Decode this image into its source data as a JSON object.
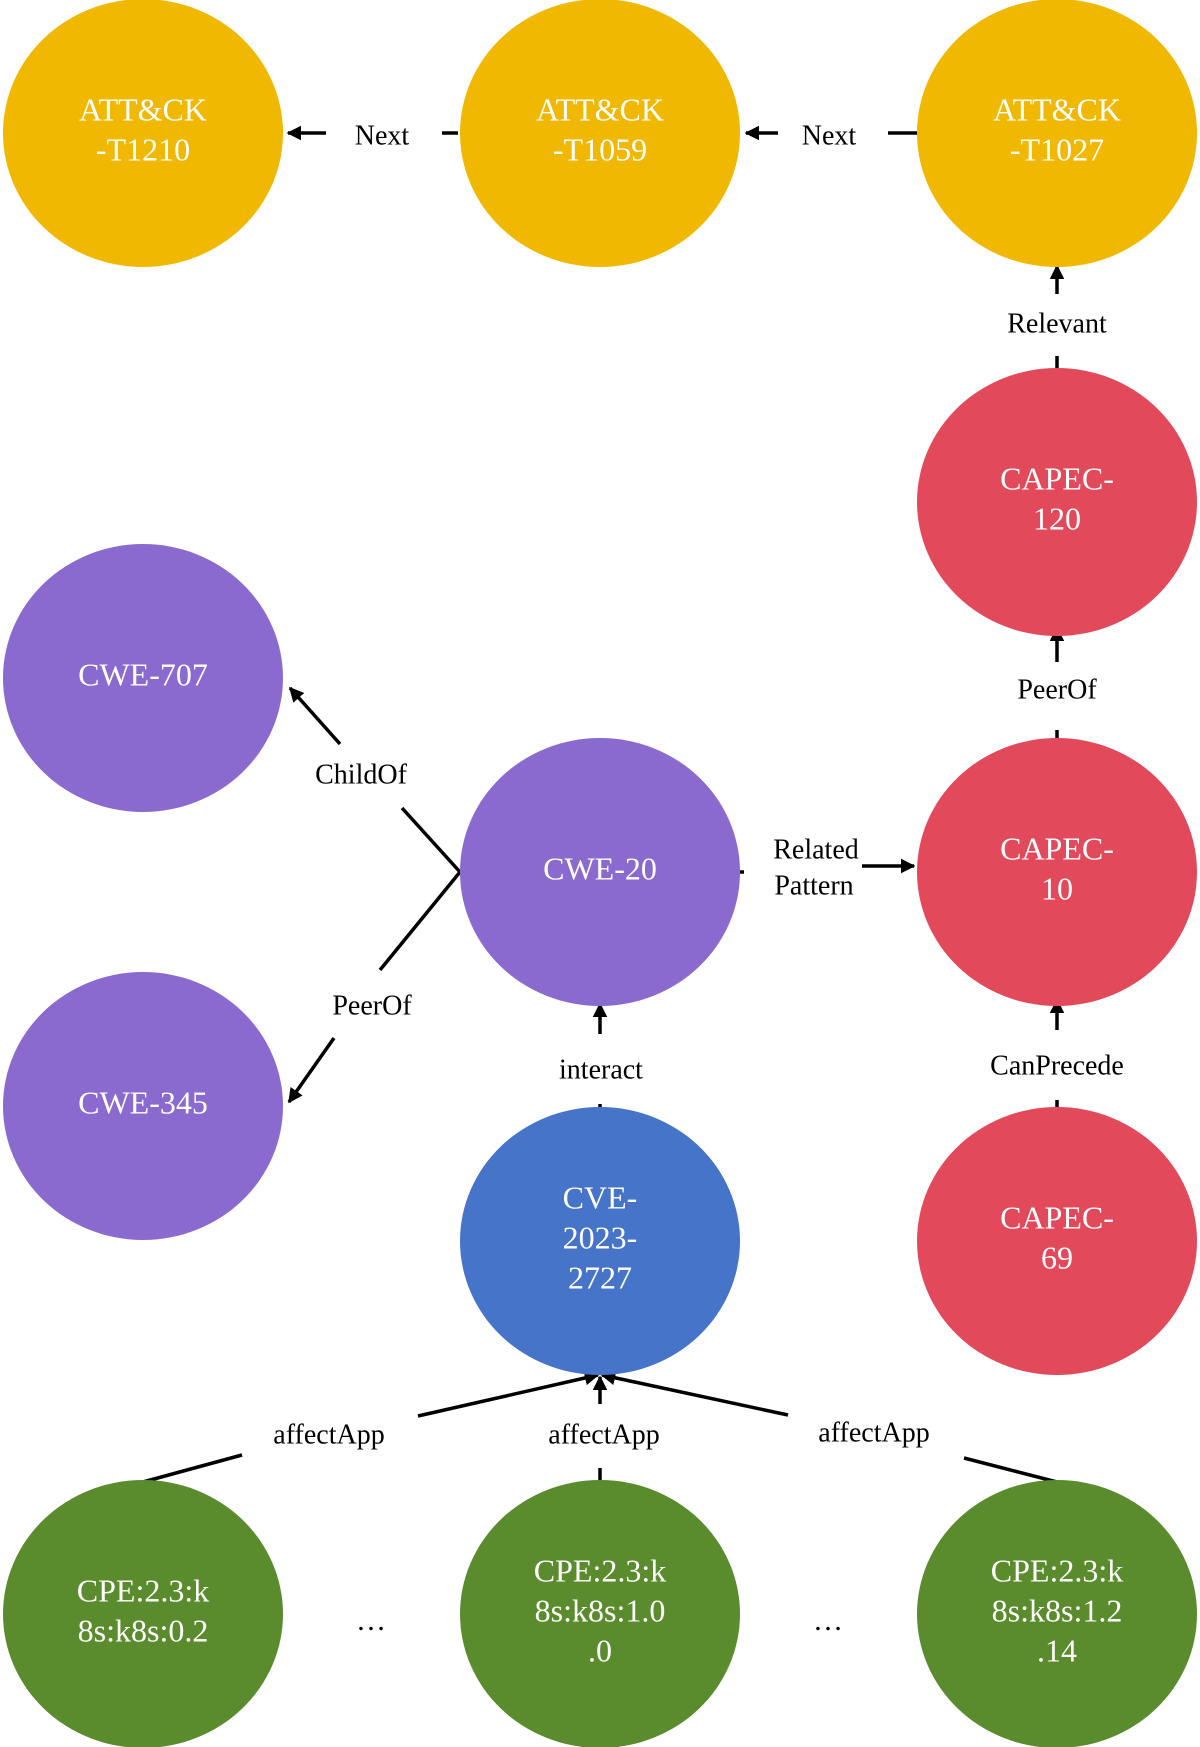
{
  "colors": {
    "attack": "#f0b800",
    "capec": "#e24a5c",
    "cwe": "#8a6acf",
    "cve": "#4674c8",
    "cpe": "#5a8c2e"
  },
  "nodes": {
    "att_t1210": {
      "lines": [
        "ATT&CK",
        "-T1210"
      ]
    },
    "att_t1059": {
      "lines": [
        "ATT&CK",
        "-T1059"
      ]
    },
    "att_t1027": {
      "lines": [
        "ATT&CK",
        "-T1027"
      ]
    },
    "capec_120": {
      "lines": [
        "CAPEC-",
        "120"
      ]
    },
    "cwe_707": {
      "lines": [
        "CWE-707"
      ]
    },
    "cwe_20": {
      "lines": [
        "CWE-20"
      ]
    },
    "capec_10": {
      "lines": [
        "CAPEC-",
        "10"
      ]
    },
    "cwe_345": {
      "lines": [
        "CWE-345"
      ]
    },
    "cve_2023_2727": {
      "lines": [
        "CVE-",
        "2023-",
        "2727"
      ]
    },
    "capec_69": {
      "lines": [
        "CAPEC-",
        "69"
      ]
    },
    "cpe_1": {
      "lines": [
        "CPE:2.3:k",
        "8s:k8s:0.2"
      ]
    },
    "cpe_2": {
      "lines": [
        "CPE:2.3:k",
        "8s:k8s:1.0",
        ".0"
      ]
    },
    "cpe_3": {
      "lines": [
        "CPE:2.3:k",
        "8s:k8s:1.2",
        ".14"
      ]
    }
  },
  "edges": {
    "next_1": "Next",
    "next_2": "Next",
    "relevant": "Relevant",
    "peerof_capec": "PeerOf",
    "childof": "ChildOf",
    "related_pattern": [
      "Related",
      "Pattern"
    ],
    "peerof_cwe": "PeerOf",
    "interact": "interact",
    "canprecede": "CanPrecede",
    "affectapp_1": "affectApp",
    "affectapp_2": "affectApp",
    "affectapp_3": "affectApp"
  },
  "ellipsis": [
    "…",
    "…"
  ]
}
